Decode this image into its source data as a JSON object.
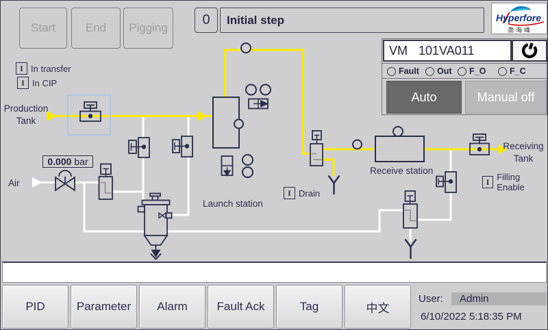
{
  "colors": {
    "background": "#cfcfd1",
    "line": "#2b2e4a",
    "product_pipe_yellow": "#ffe800",
    "cip_pipe_white": "#ffffff",
    "selection_highlight": "#a9c7e8",
    "auto_button_bg": "#696969",
    "manual_button_bg": "#b9b9bd"
  },
  "top_bar": {
    "start": "Start",
    "end": "End",
    "pigging": "Pigging",
    "step_number": "0",
    "step_name": "Initial step"
  },
  "logo": {
    "brand": "Hyperfore",
    "chinese": "渤海峰"
  },
  "device_panel": {
    "prefix": "VM",
    "tag": "101VA011",
    "radios": [
      {
        "label": "Fault"
      },
      {
        "label": "Out"
      },
      {
        "label": "F_O"
      },
      {
        "label": "F_C"
      }
    ],
    "auto": "Auto",
    "manual": "Manual off"
  },
  "indicators": {
    "glyph": "I",
    "in_transfer": "In transfer",
    "in_cip": "In CIP",
    "drain": "Drain",
    "filling_enable": "Filling Enable"
  },
  "diagram": {
    "production_tank_1": "Production",
    "production_tank_2": "Tank",
    "air": "Air",
    "launch_station": "Launch station",
    "receive_station": "Receive station",
    "receiving_tank_1": "Receiving",
    "receiving_tank_2": "Tank",
    "pressure": {
      "value": "0.000",
      "unit": "bar"
    }
  },
  "message_bar": {
    "text": ""
  },
  "bottom_bar": {
    "buttons": [
      {
        "label": "PID"
      },
      {
        "label": "Parameter"
      },
      {
        "label": "Alarm"
      },
      {
        "label": "Fault Ack"
      },
      {
        "label": "Tag"
      },
      {
        "label": "中文"
      }
    ],
    "user_label": "User:",
    "user_name": "Admin",
    "datetime": "6/10/2022 5:18:35 PM"
  }
}
